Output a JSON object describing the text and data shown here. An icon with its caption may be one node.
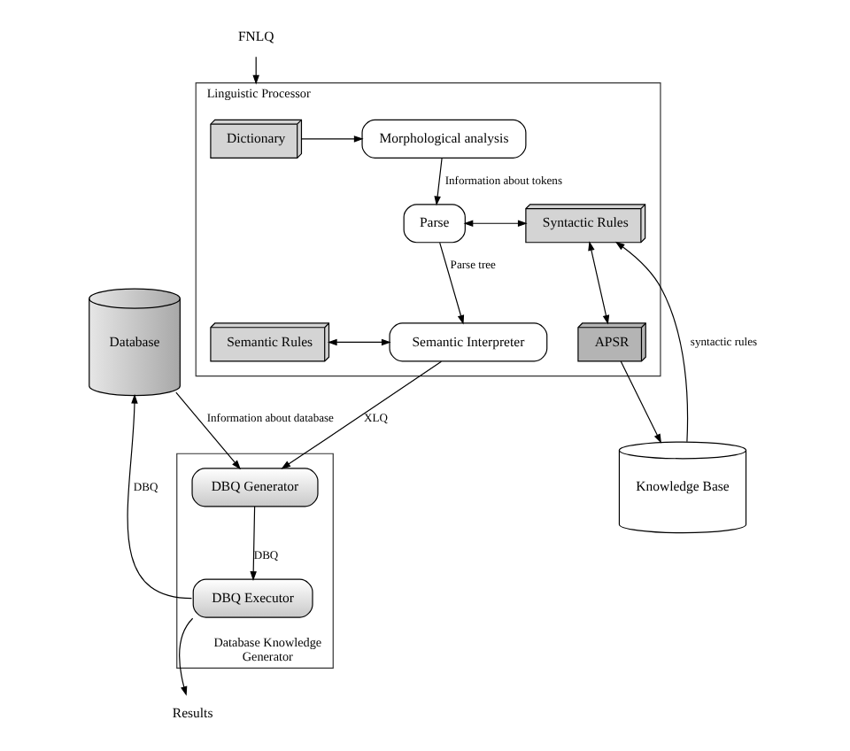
{
  "diagram": {
    "nodes": [
      {
        "text": [
          "Linguistic Processor"
        ]
      },
      {
        "text": [
          "Dictionary"
        ],
        "in": 0
      },
      {
        "text": [
          "Morphological analysis"
        ],
        "in": 0
      },
      {
        "text": [
          "Syntactic Rules"
        ],
        "in": 0
      },
      {
        "text": [
          "Parse"
        ],
        "in": 0
      },
      {
        "text": [
          "APSR"
        ],
        "in": 0
      },
      {
        "text": [
          "Semantic Rules"
        ],
        "in": 0
      },
      {
        "text": [
          "Semantic Interpreter"
        ],
        "in": 0
      },
      {
        "text": [
          "Knowledge Base"
        ]
      },
      {
        "text": [
          "Database Knowledge Generator"
        ]
      },
      {
        "text": [
          "DBQ Generator"
        ],
        "in": 9
      },
      {
        "text": [
          "DBQ Executor"
        ],
        "in": 9
      },
      {
        "text": [
          "Database"
        ]
      },
      {
        "text": [
          "FNLQ"
        ]
      },
      {
        "text": [
          "Results"
        ]
      }
    ],
    "edges": [
      {
        "from": 13,
        "to": 0,
        "arrow": "to"
      },
      {
        "from": 1,
        "to": 2,
        "arrow": "to"
      },
      {
        "from": 2,
        "to": 4,
        "arrow": "to",
        "label": "Information about tokens"
      },
      {
        "from": 8,
        "to": 3,
        "arrow": "to",
        "label": "syntactic rules"
      },
      {
        "from": 3,
        "to": 4,
        "arrow": "both"
      },
      {
        "from": 3,
        "to": 5,
        "arrow": "both"
      },
      {
        "from": 5,
        "to": 8,
        "arrow": "to"
      },
      {
        "from": 4,
        "to": 7,
        "arrow": "to",
        "label": "Parse tree"
      },
      {
        "from": 6,
        "to": 7,
        "arrow": "both"
      },
      {
        "from": 7,
        "to": 10,
        "arrow": "to",
        "label": "XLQ"
      },
      {
        "from": 12,
        "to": 10,
        "arrow": "to",
        "label": "Information about database"
      },
      {
        "from": 10,
        "to": 11,
        "arrow": "to",
        "label": "DBQ"
      },
      {
        "from": 11,
        "to": 12,
        "arrow": "to",
        "label": "DBQ"
      },
      {
        "from": 11,
        "to": 14,
        "arrow": "to"
      }
    ]
  }
}
